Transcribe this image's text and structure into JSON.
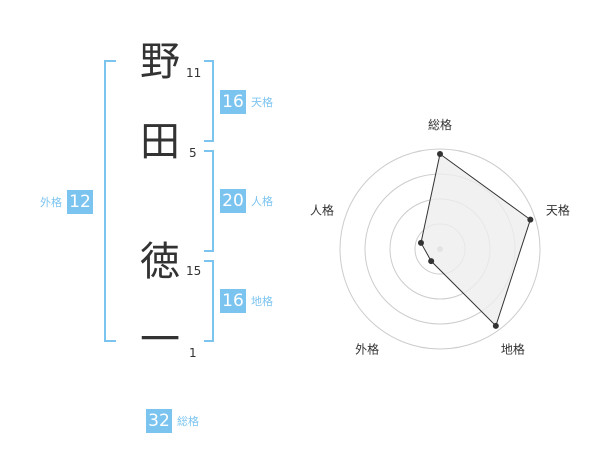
{
  "name": {
    "chars": [
      {
        "char": "野",
        "strokes": "11"
      },
      {
        "char": "田",
        "strokes": "5"
      },
      {
        "char": "徳",
        "strokes": "15"
      },
      {
        "char": "一",
        "strokes": "1"
      }
    ]
  },
  "fortune": {
    "tenkaku": {
      "value": "16",
      "label": "天格"
    },
    "jinkaku": {
      "value": "20",
      "label": "人格"
    },
    "chikaku": {
      "value": "16",
      "label": "地格"
    },
    "gaikaku": {
      "value": "12",
      "label": "外格"
    },
    "soukaku": {
      "value": "32",
      "label": "総格"
    }
  },
  "colors": {
    "accent": "#7cc4f0",
    "text": "#333333",
    "radar_fill": "#eeeeee",
    "grid": "#cccccc"
  },
  "chart_data": {
    "type": "radar",
    "axes": [
      "総格",
      "天格",
      "地格",
      "外格",
      "人格"
    ],
    "values": [
      0.95,
      0.95,
      0.95,
      0.15,
      0.2
    ],
    "rings": 4
  }
}
